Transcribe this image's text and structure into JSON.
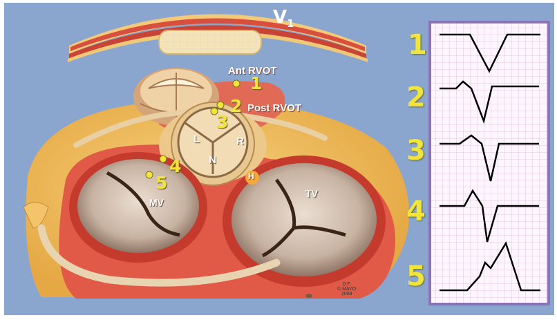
{
  "lead_label": {
    "main": "V",
    "sub": "1"
  },
  "locations": {
    "ant_rvot": "Ant RVOT",
    "post_rvot": "Post RVOT",
    "his": "H"
  },
  "cusps": {
    "left": "L",
    "right": "R",
    "noncoronary": "N"
  },
  "valves": {
    "mitral": "MV",
    "tricuspid": "TV"
  },
  "map_points": [
    "1",
    "2",
    "3",
    "4",
    "5"
  ],
  "ecg_rows": [
    "1",
    "2",
    "3",
    "4",
    "5"
  ],
  "credit": {
    "line1": "D.F.",
    "line2": "© MAYO",
    "line3": "2008"
  },
  "colors": {
    "background": "#8aa6cf",
    "myocardium": "#e05a47",
    "fat": "#f2c56a",
    "marker": "#f1e43a",
    "ecg_grid": "#c9a9c9",
    "ecg_frame": "#8a74b8"
  }
}
